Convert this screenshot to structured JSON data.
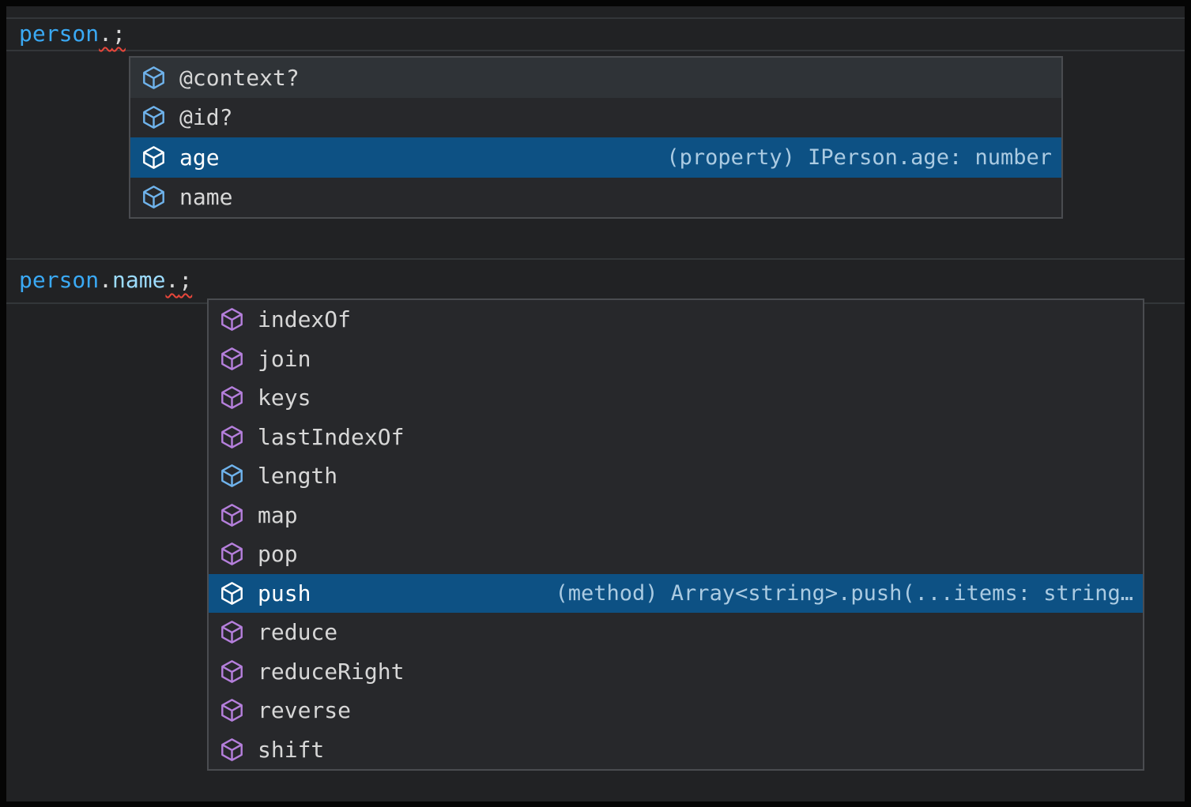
{
  "colors": {
    "frame": "#050505",
    "editor_bg": "#212224",
    "line_highlight_border": "#333639",
    "code_default": "#d8d8d8",
    "variable_blue": "#3aa9f4",
    "property_light_blue": "#9cdcfe",
    "error_squiggle_red": "#e8463a",
    "suggest_bg": "#27282b",
    "suggest_border": "#4a4c50",
    "suggest_hover_bg": "#2f3337",
    "suggest_selected_bg": "#0d5184",
    "suggest_label": "#d7d7d7",
    "suggest_label_selected": "#ffffff",
    "suggest_detail": "#abcbe2",
    "icon_field_blue": "#6fb3ec",
    "icon_method_purple": "#b57fdc",
    "icon_selected_white": "#ffffff"
  },
  "code_lines": [
    {
      "name": "code-line-1",
      "tokens": [
        {
          "text": "person",
          "color_key": "variable_blue"
        },
        {
          "text": ".",
          "color_key": "code_default",
          "squiggle": true
        },
        {
          "text": ";",
          "color_key": "code_default",
          "squiggle": true
        }
      ]
    },
    {
      "name": "code-line-2",
      "tokens": [
        {
          "text": "person",
          "color_key": "variable_blue"
        },
        {
          "text": ".",
          "color_key": "code_default"
        },
        {
          "text": "name",
          "color_key": "property_light_blue"
        },
        {
          "text": ".",
          "color_key": "code_default",
          "squiggle": true
        },
        {
          "text": ";",
          "color_key": "code_default",
          "squiggle": true
        }
      ]
    }
  ],
  "suggest_widgets": [
    {
      "name": "suggest-widget-1",
      "items": [
        {
          "label": "@context?",
          "icon": "symbol-field",
          "icon_color_key": "icon_field_blue",
          "state": "hover"
        },
        {
          "label": "@id?",
          "icon": "symbol-field",
          "icon_color_key": "icon_field_blue",
          "state": "normal"
        },
        {
          "label": "age",
          "icon": "symbol-field",
          "icon_color_key": "icon_selected_white",
          "state": "selected",
          "detail": "(property) IPerson.age: number"
        },
        {
          "label": "name",
          "icon": "symbol-field",
          "icon_color_key": "icon_field_blue",
          "state": "normal"
        }
      ]
    },
    {
      "name": "suggest-widget-2",
      "items": [
        {
          "label": "indexOf",
          "icon": "symbol-method",
          "icon_color_key": "icon_method_purple",
          "state": "normal"
        },
        {
          "label": "join",
          "icon": "symbol-method",
          "icon_color_key": "icon_method_purple",
          "state": "normal"
        },
        {
          "label": "keys",
          "icon": "symbol-method",
          "icon_color_key": "icon_method_purple",
          "state": "normal"
        },
        {
          "label": "lastIndexOf",
          "icon": "symbol-method",
          "icon_color_key": "icon_method_purple",
          "state": "normal"
        },
        {
          "label": "length",
          "icon": "symbol-field",
          "icon_color_key": "icon_field_blue",
          "state": "normal"
        },
        {
          "label": "map",
          "icon": "symbol-method",
          "icon_color_key": "icon_method_purple",
          "state": "normal"
        },
        {
          "label": "pop",
          "icon": "symbol-method",
          "icon_color_key": "icon_method_purple",
          "state": "normal"
        },
        {
          "label": "push",
          "icon": "symbol-method",
          "icon_color_key": "icon_selected_white",
          "state": "selected",
          "detail": "(method) Array<string>.push(...items: string…"
        },
        {
          "label": "reduce",
          "icon": "symbol-method",
          "icon_color_key": "icon_method_purple",
          "state": "normal"
        },
        {
          "label": "reduceRight",
          "icon": "symbol-method",
          "icon_color_key": "icon_method_purple",
          "state": "normal"
        },
        {
          "label": "reverse",
          "icon": "symbol-method",
          "icon_color_key": "icon_method_purple",
          "state": "normal"
        },
        {
          "label": "shift",
          "icon": "symbol-method",
          "icon_color_key": "icon_method_purple",
          "state": "normal"
        }
      ]
    }
  ]
}
